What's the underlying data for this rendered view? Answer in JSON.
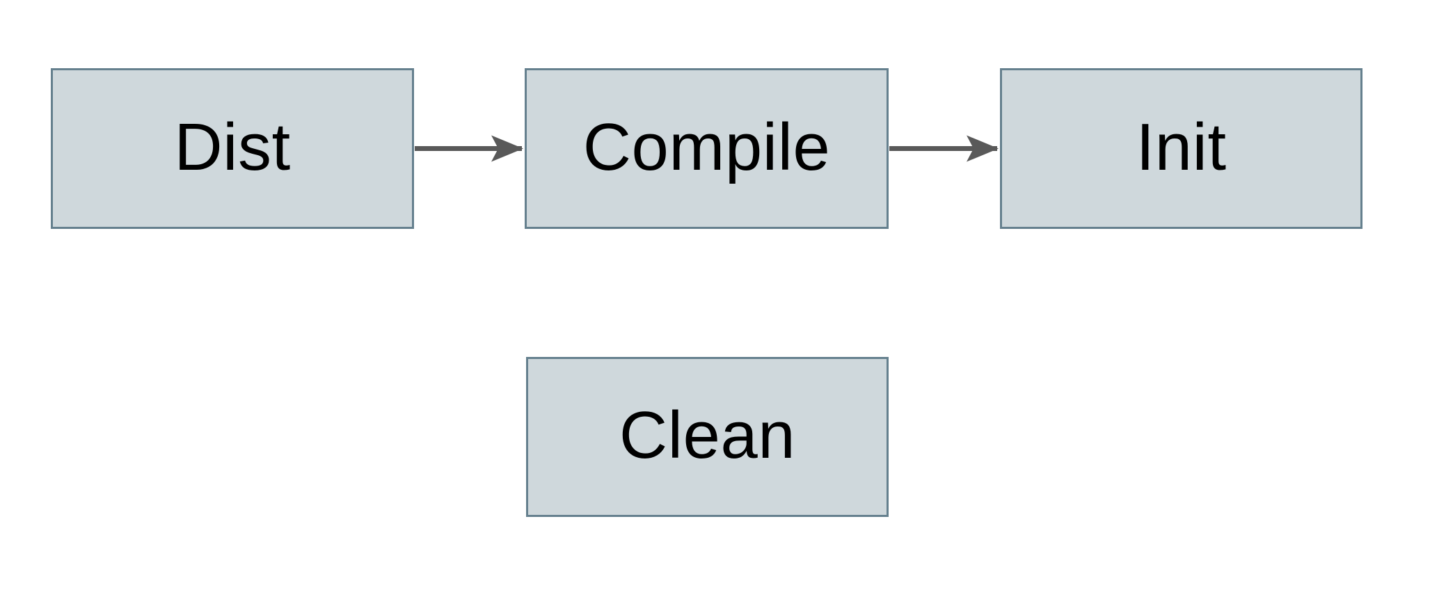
{
  "diagram": {
    "type": "flowchart",
    "nodes": [
      {
        "id": "dist",
        "label": "Dist"
      },
      {
        "id": "compile",
        "label": "Compile"
      },
      {
        "id": "init",
        "label": "Init"
      },
      {
        "id": "clean",
        "label": "Clean"
      }
    ],
    "edges": [
      {
        "from": "Dist",
        "to": "Compile",
        "direction": "right"
      },
      {
        "from": "Compile",
        "to": "Init",
        "direction": "right"
      }
    ],
    "colors": {
      "background": "#ffffff",
      "node_fill": "#cfd8dc",
      "node_border": "#65808e",
      "arrow": "#595959",
      "text": "#000000"
    }
  }
}
